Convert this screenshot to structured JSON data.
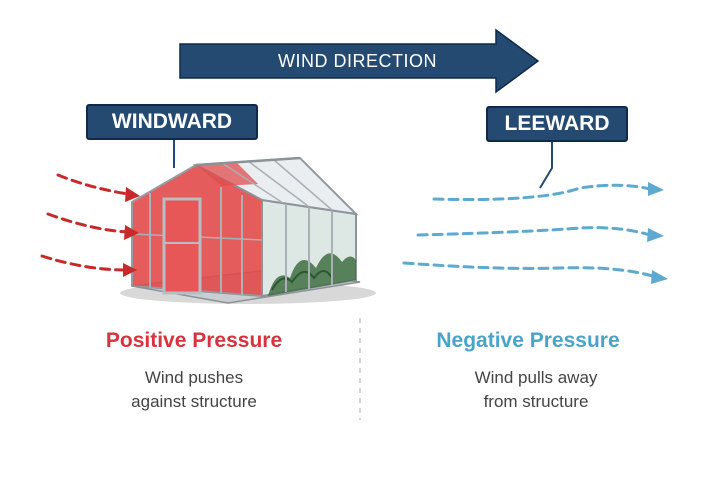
{
  "wind_direction_label": "WIND DIRECTION",
  "windward_label": "WINDWARD",
  "leeward_label": "LEEWARD",
  "positive": {
    "heading": "Positive Pressure",
    "lines": [
      "Wind pushes",
      "against structure"
    ]
  },
  "negative": {
    "heading": "Negative Pressure",
    "lines": [
      "Wind pulls away",
      "from structure"
    ]
  },
  "colors": {
    "navy": "#244a72",
    "positive_red": "#d9323f",
    "negative_blue": "#4aa3c8",
    "wind_red": "#c62a2a",
    "wind_blue": "#5ea9cf"
  },
  "icons": {
    "greenhouse": "greenhouse-icon",
    "incoming_wind": "dashed-arrow-icon",
    "outgoing_wind": "dashed-arrow-icon"
  }
}
